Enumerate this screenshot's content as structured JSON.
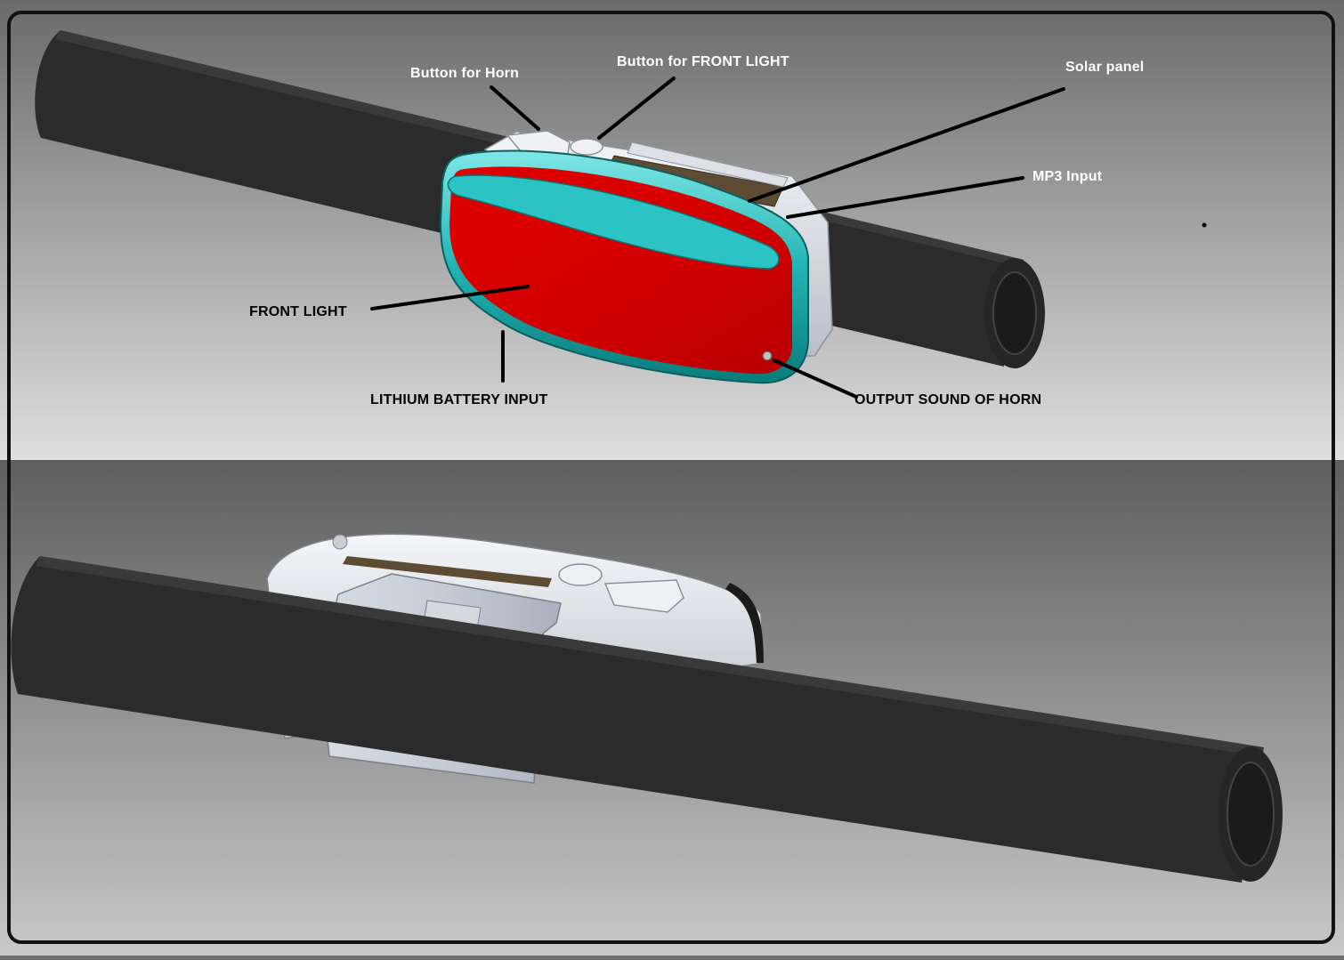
{
  "colors": {
    "top_bg_top": "#6d6d6d",
    "top_bg_bottom": "#dcdcdc",
    "bottom_bg_top": "#5f5f5f",
    "bottom_bg_bottom": "#c4c4c4",
    "tube": "#2c2c2c",
    "lens_red": "#d40000",
    "rim_teal": "#1fb3b3",
    "housing": "#e6e9ee",
    "solar": "#5d4a32",
    "frame": "#111111"
  },
  "labels": {
    "button_horn": "Button for Horn",
    "button_front_light": "Button for FRONT LIGHT",
    "solar_panel": "Solar panel",
    "mp3_input": "MP3 Input",
    "front_light": "FRONT LIGHT",
    "lithium_battery_input": "LITHIUM BATTERY INPUT",
    "output_sound_horn": "OUTPUT SOUND OF HORN"
  }
}
